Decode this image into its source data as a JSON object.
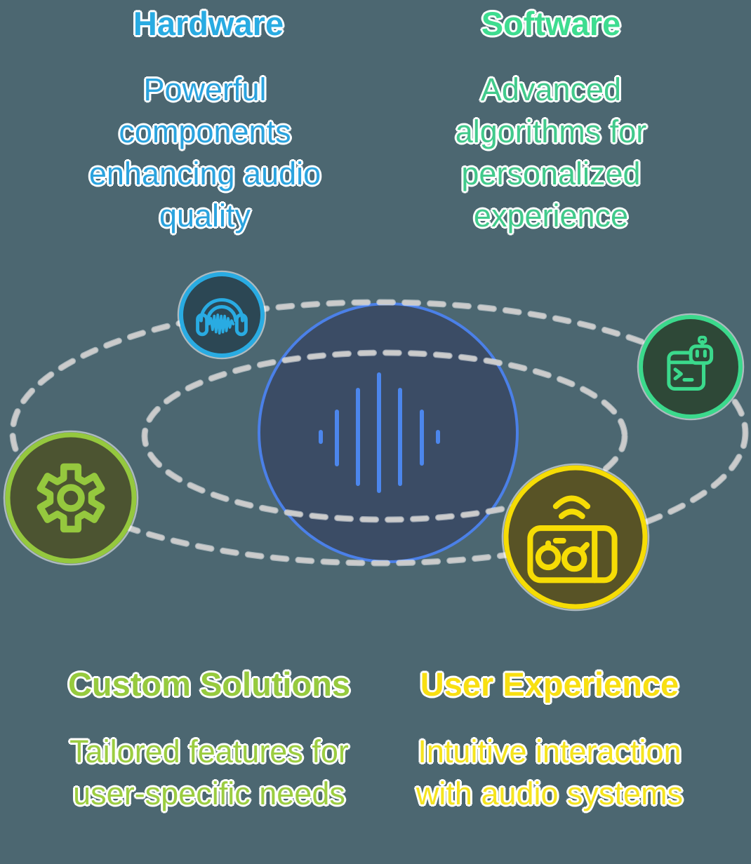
{
  "sections": {
    "hardware": {
      "title": "Hardware",
      "description": "Powerful components enhancing audio quality",
      "icon": "headphones-icon",
      "title_color": "#29ABE2",
      "body_color": "#2BA3DE"
    },
    "software": {
      "title": "Software",
      "description": "Advanced algorithms for personalized experience",
      "icon": "robot-terminal-icon",
      "title_color": "#3EDC90",
      "body_color": "#42CA8C"
    },
    "custom_solutions": {
      "title": "Custom Solutions",
      "description": "Tailored features for user-specific needs",
      "icon": "gear-icon",
      "title_color": "#96CA3E",
      "body_color": "#9CCD41"
    },
    "user_experience": {
      "title": "User Experience",
      "description": "Intuitive interaction with audio systems",
      "icon": "speaker-icon",
      "title_color": "#F8DF12",
      "body_color": "#F5E41F"
    }
  },
  "center": {
    "icon": "audio-waveform-icon",
    "fill_color": "#3B4C65",
    "border_color": "#4B80E8",
    "waveform_bar_color": "#4C86EC",
    "waveform_bar_heights": [
      20,
      81,
      140,
      172,
      140,
      80,
      20
    ]
  },
  "orbits": {
    "count": 2,
    "dash_color": "#CBCBCB",
    "style": "dashed-ellipse"
  },
  "satellite_icons": [
    {
      "name": "headphones-icon",
      "ring_color": "#29ABE2",
      "fill_color": "#2C4754"
    },
    {
      "name": "robot-terminal-icon",
      "ring_color": "#3BD98C",
      "fill_color": "#2E4837"
    },
    {
      "name": "gear-icon",
      "ring_color": "#95C83E",
      "fill_color": "#4C5431"
    },
    {
      "name": "speaker-icon",
      "ring_color": "#F6DC05",
      "fill_color": "#585326"
    }
  ],
  "background_color": "#4C6771"
}
